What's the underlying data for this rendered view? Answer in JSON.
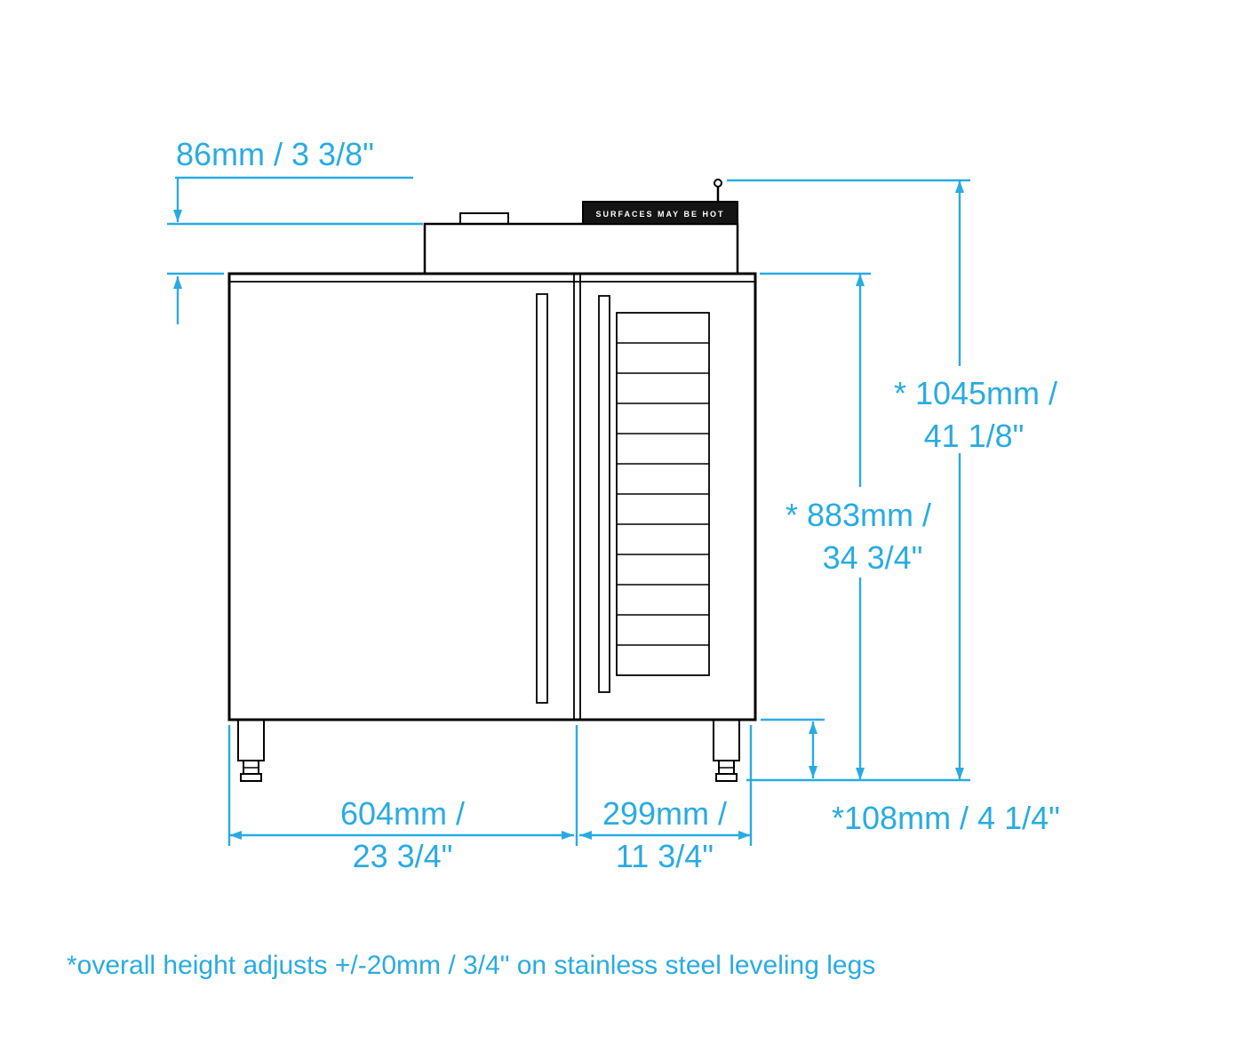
{
  "colors": {
    "dimension_accent": "#29abe2",
    "drawing_line": "#000000",
    "background": "#ffffff"
  },
  "dims": {
    "top_offset": {
      "label": "86mm / 3 3/8\""
    },
    "overall_height": {
      "line1": "* 1045mm /",
      "line2": "41 1/8\""
    },
    "body_height": {
      "line1": "* 883mm /",
      "line2": "34 3/4\""
    },
    "leg_height": {
      "label": "*108mm / 4 1/4\""
    },
    "left_width": {
      "line1": "604mm /",
      "line2": "23 3/4\""
    },
    "right_width": {
      "line1": "299mm /",
      "line2": "11 3/4\""
    }
  },
  "labels": {
    "warning_plate": "SURFACES MAY BE HOT",
    "footnote": "*overall height adjusts +/-20mm / 3/4\" on stainless steel leveling legs"
  }
}
